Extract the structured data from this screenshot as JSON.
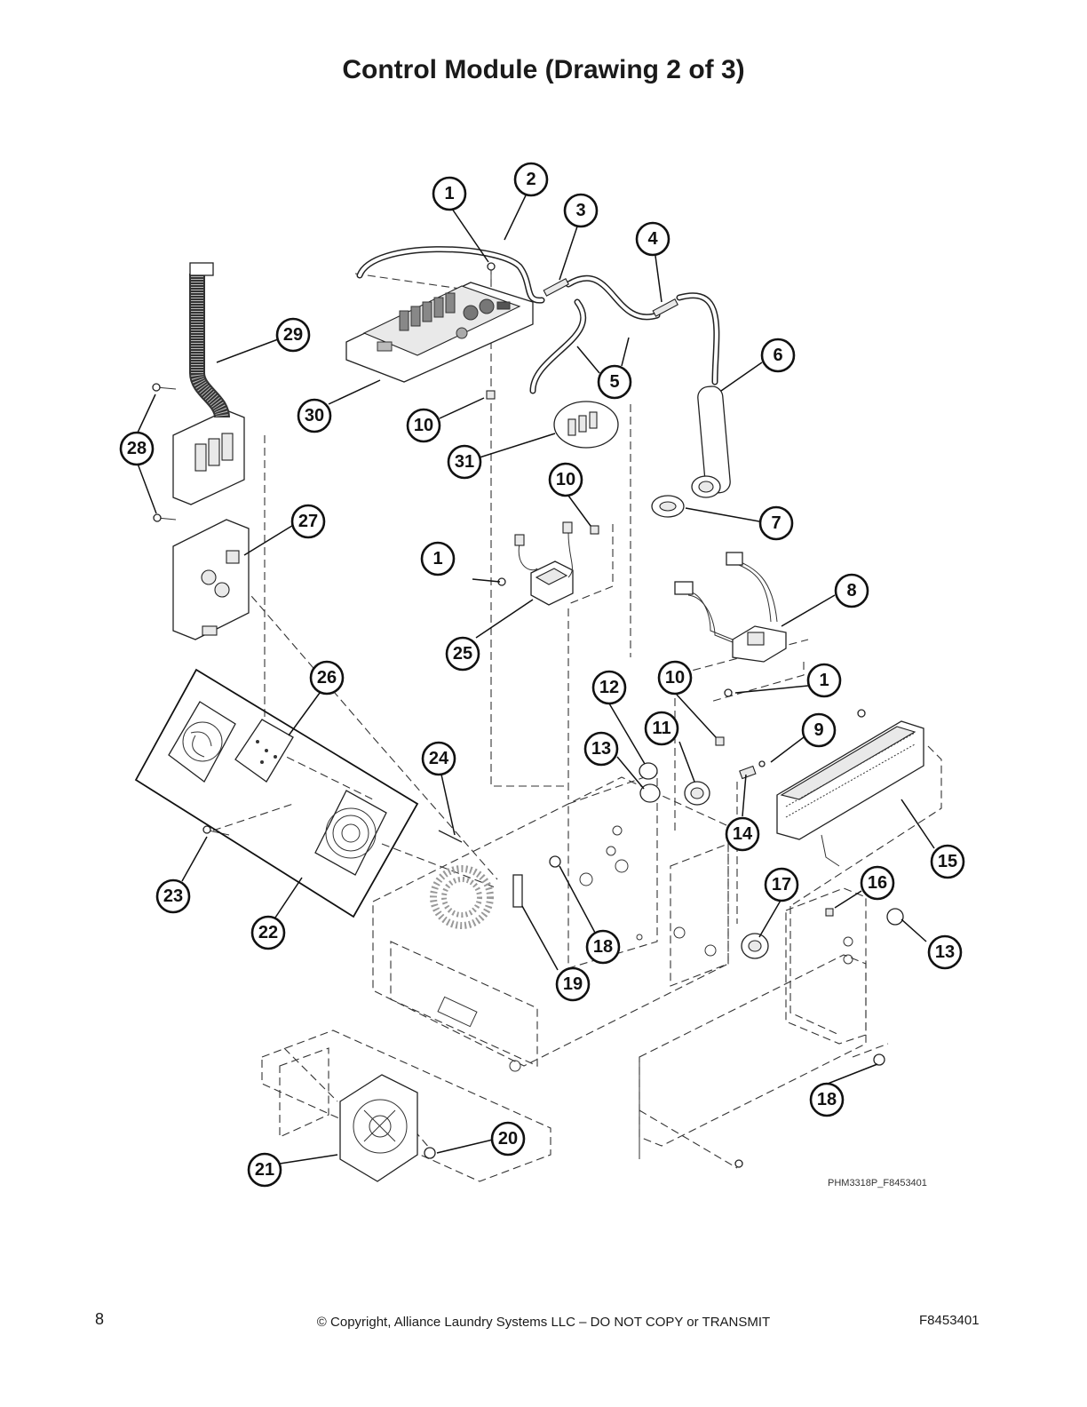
{
  "page": {
    "title": "Control Module (Drawing 2 of 3)",
    "drawing_code": "PHM3318P_F8453401",
    "page_number": "8",
    "copyright": "© Copyright, Alliance Laundry Systems LLC – DO NOT COPY or TRANSMIT",
    "document_number": "F8453401"
  },
  "callouts": {
    "c1a": "1",
    "c2": "2",
    "c3": "3",
    "c4": "4",
    "c5": "5",
    "c6": "6",
    "c7": "7",
    "c8": "8",
    "c9": "9",
    "c10a": "10",
    "c10b": "10",
    "c10c": "10",
    "c1b": "1",
    "c1c": "1",
    "c11": "11",
    "c12": "12",
    "c13a": "13",
    "c13b": "13",
    "c14": "14",
    "c15": "15",
    "c16": "16",
    "c17": "17",
    "c18a": "18",
    "c18b": "18",
    "c19": "19",
    "c20": "20",
    "c21": "21",
    "c22": "22",
    "c23": "23",
    "c24": "24",
    "c25": "25",
    "c26": "26",
    "c27": "27",
    "c28": "28",
    "c29": "29",
    "c30": "30",
    "c31": "31"
  }
}
